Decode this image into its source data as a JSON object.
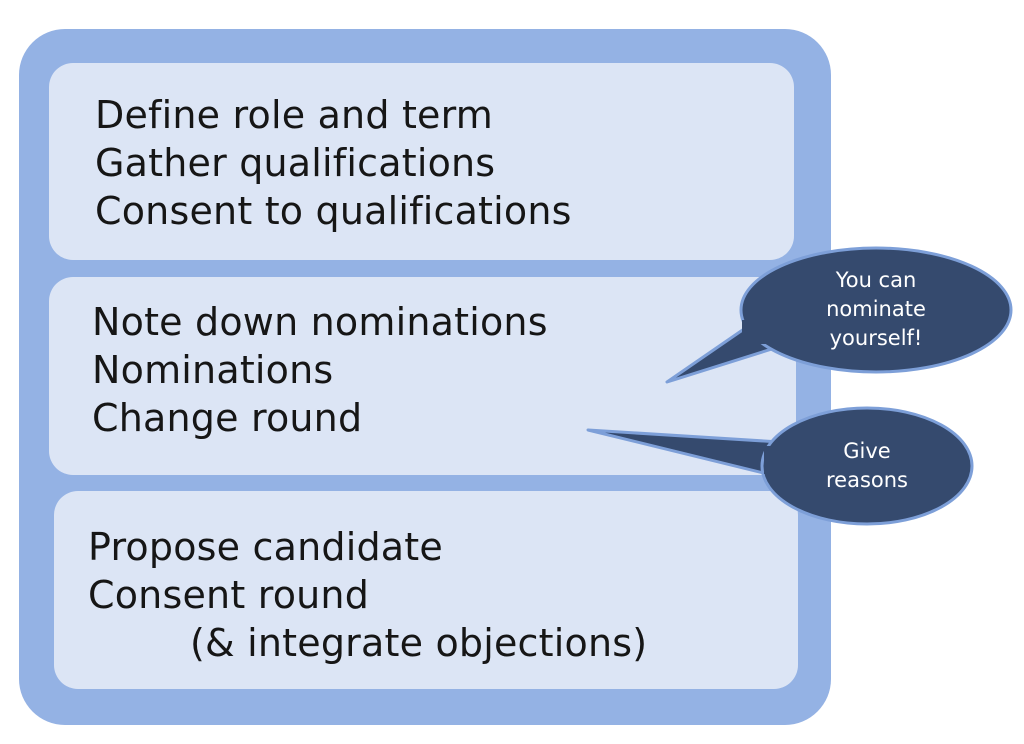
{
  "sections": [
    {
      "lines": [
        "Define role and term",
        "Gather qualifications",
        "Consent to qualifications"
      ]
    },
    {
      "lines": [
        "Note down nominations",
        "Nominations",
        "Change round"
      ]
    },
    {
      "lines": [
        "Propose candidate",
        "Consent round",
        "(& integrate objections)"
      ]
    }
  ],
  "callouts": [
    {
      "lines": [
        "You can",
        "nominate",
        "yourself!"
      ]
    },
    {
      "lines": [
        "Give",
        "reasons"
      ]
    }
  ],
  "colors": {
    "frame": "#94b2e4",
    "panel": "#dce5f5",
    "bubble_fill": "#354a6e",
    "bubble_stroke": "#7d9fd8",
    "text": "#161616",
    "bubble_text": "#ffffff"
  }
}
